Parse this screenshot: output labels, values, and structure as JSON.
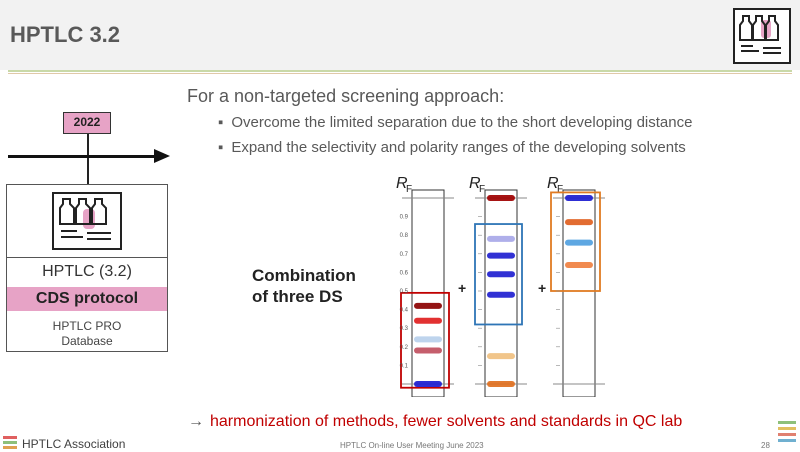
{
  "header": {
    "title": "HPTLC 3.2"
  },
  "content": {
    "subtitle": "For a non-targeted screening approach:",
    "bullets": [
      "Overcome the limited separation due to the short developing distance",
      "Expand the selectivity and polarity ranges of the developing solvents"
    ],
    "combination_line1": "Combination",
    "combination_line2": "of three DS",
    "conclusion_arrow": "→",
    "conclusion": "harmonization of methods, fewer solvents and standards in QC lab"
  },
  "timeline": {
    "year": "2022",
    "card_title": "HPTLC (3.2)",
    "card_highlight": "CDS protocol",
    "card_line1": "HPTLC PRO",
    "card_line2": "Database"
  },
  "plates": {
    "rf_label": "R",
    "rf_subscript": "F",
    "plus": "+",
    "ticks": [
      "0.9",
      "0.8",
      "0.7",
      "0.6",
      "0.5",
      "0.4",
      "0.3",
      "0.2",
      "0.1"
    ],
    "colors": {
      "plate1_box": "#c00000",
      "plate2_box": "#2e75b6",
      "plate3_box": "#e07b22"
    },
    "plate1_bands": [
      {
        "rf": 0.42,
        "color": "#8b0000"
      },
      {
        "rf": 0.34,
        "color": "#e02020"
      },
      {
        "rf": 0.24,
        "color": "#b8d0ec"
      },
      {
        "rf": 0.18,
        "color": "#c05060"
      },
      {
        "rf": 0.0,
        "color": "#1c1cd0"
      }
    ],
    "plate2_bands": [
      {
        "rf": 1.0,
        "color": "#a00000"
      },
      {
        "rf": 0.78,
        "color": "#a8a8e8"
      },
      {
        "rf": 0.69,
        "color": "#2020d0"
      },
      {
        "rf": 0.59,
        "color": "#2020d0"
      },
      {
        "rf": 0.48,
        "color": "#2020d0"
      },
      {
        "rf": 0.15,
        "color": "#f0c080"
      },
      {
        "rf": 0.0,
        "color": "#e07020"
      }
    ],
    "plate3_bands": [
      {
        "rf": 1.0,
        "color": "#1c1cd0"
      },
      {
        "rf": 0.87,
        "color": "#e06020"
      },
      {
        "rf": 0.76,
        "color": "#50a0e0"
      },
      {
        "rf": 0.64,
        "color": "#f08040"
      }
    ]
  },
  "footer": {
    "org": "HPTLC Association",
    "center": "HPTLC On-line User Meeting June 2023",
    "page": "28"
  },
  "colors": {
    "accent_pink": "#e7a3c6",
    "conclusion_red": "#c00000",
    "title_gray": "#595959"
  }
}
